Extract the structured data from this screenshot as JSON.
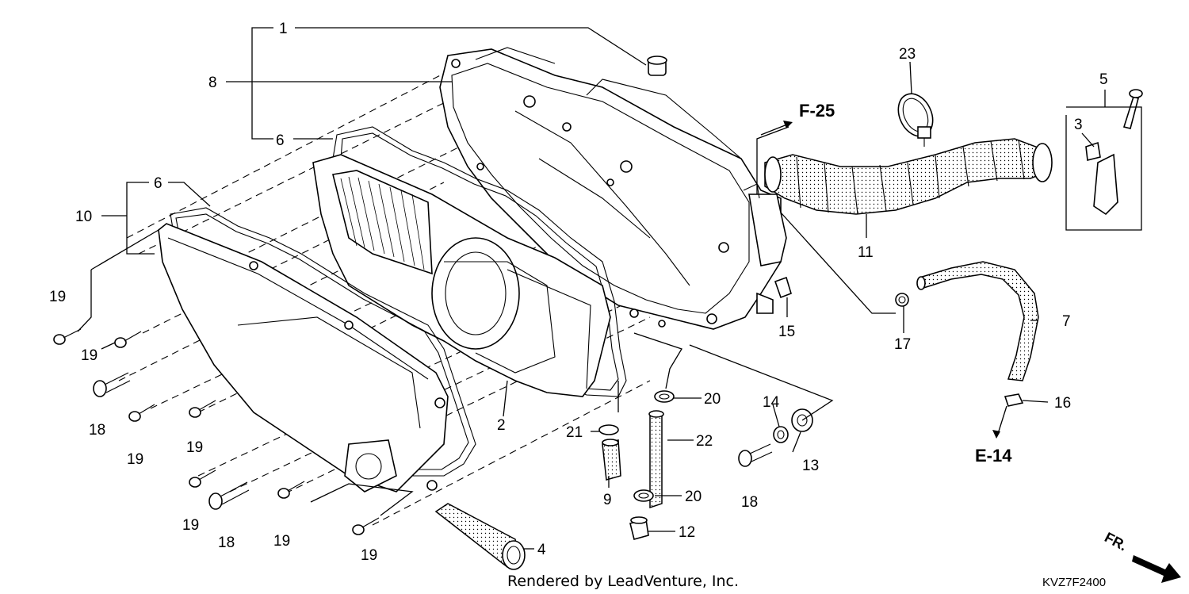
{
  "diagram": {
    "part_numbers": {
      "p1": "1",
      "p2": "2",
      "p3": "3",
      "p4": "4",
      "p5": "5",
      "p6a": "6",
      "p6b": "6",
      "p7": "7",
      "p8": "8",
      "p9": "9",
      "p10": "10",
      "p11": "11",
      "p12": "12",
      "p13": "13",
      "p14": "14",
      "p15": "15",
      "p16": "16",
      "p17": "17",
      "p18a": "18",
      "p18b": "18",
      "p18c": "18",
      "p19a": "19",
      "p19b": "19",
      "p19c": "19",
      "p19d": "19",
      "p19e": "19",
      "p19f": "19",
      "p19g": "19",
      "p20a": "20",
      "p20b": "20",
      "p21": "21",
      "p22": "22",
      "p23": "23"
    },
    "references": {
      "f25": "F-25",
      "e14": "E-14"
    },
    "direction": "FR.",
    "credit": "Rendered by LeadVenture, Inc.",
    "diagram_code": "KVZ7F2400"
  }
}
